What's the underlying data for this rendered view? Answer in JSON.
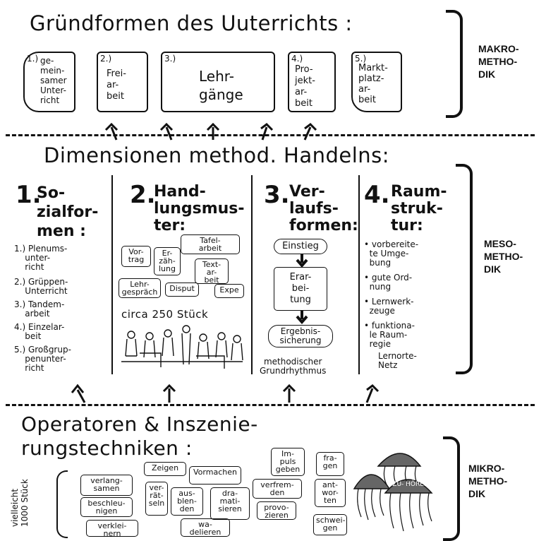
{
  "makro": {
    "title": "Gründformen des Uuterrichts :",
    "label": "MAKRO-\nMETHO-\nDIK",
    "boxes": [
      {
        "num": "1.)",
        "text": "ge-\nmein-\nsamer\nUnter-\nricht"
      },
      {
        "num": "2.)",
        "text": "Frei-\nar-\nbeit"
      },
      {
        "num": "3.)",
        "text": "Lehr-\ngänge"
      },
      {
        "num": "4.)",
        "text": "Pro-\njekt-\nar-\nbeit"
      },
      {
        "num": "5.)",
        "text": "Markt-\nplatz-\nar-\nbeit"
      }
    ]
  },
  "meso": {
    "title": "Dimensionen method. Handelns:",
    "label": "MESO-\nMETHO-\nDIK",
    "col1": {
      "num": "1.",
      "heading": "So-\nzialfor-\nmen :",
      "items": [
        "1.) Plenums-\n    unter-\n    richt",
        "2.) Grüppen-\n    Unterricht",
        "3.) Tandem-\n    arbeit",
        "4.) Einzelar-\n    beit",
        "5.) Großgrup-\n    penunter-\n    richt"
      ]
    },
    "col2": {
      "num": "2.",
      "heading": "Hand-\nlungsmus-\nter:",
      "cards": [
        "Tafel-\narbeit",
        "Vor-\ntrag",
        "Er-\nzäh-\nlung",
        "Text-\nar-\nbeit",
        "Lehr-\ngespräch",
        "Disput",
        "Expe"
      ],
      "count": "circa 250 Stück"
    },
    "col3": {
      "num": "3.",
      "heading": "Ver-\nlaufs-\nformen:",
      "steps": [
        "Einstieg",
        "Erar-\nbei-\ntung",
        "Ergebnis-\nsicherung"
      ],
      "footer": "methodischer\nGrundrhythmus"
    },
    "col4": {
      "num": "4.",
      "heading": "Raum-\nstruk-\ntur:",
      "items": [
        "• vorbereite-\n  te Umge-\n  bung",
        "• gute Ord-\n  nung",
        "• Lernwerk-\n  zeuge",
        "• funktiona-\n  le Raum-\n  regie"
      ],
      "footer": "Lernorte-\nNetz"
    }
  },
  "mikro": {
    "title": "Operatoren & Inszenie-\nrungstechniken :",
    "label": "MIKRO-\nMETHO-\nDIK",
    "count": "vielleicht\n1000 Stück",
    "cards": [
      "Zeigen",
      "Vormachen",
      "verlang-\nsamen",
      "ver-\nrät-\nseln",
      "aus-\nblen-\nden",
      "dra-\nmati-\nsieren",
      "verfrem-\nden",
      "Im-\npuls\ngeben",
      "fra-\ngen",
      "beschleu-\nnigen",
      "provo-\nzieren",
      "ant-\nwor-\nten",
      "verklei-\nnern",
      "wa-\ndelieren",
      "schwei-\ngen"
    ],
    "figure_labels": [
      "ZU-\nHÖREN"
    ]
  },
  "colors": {
    "ink": "#111111",
    "background": "#ffffff"
  }
}
